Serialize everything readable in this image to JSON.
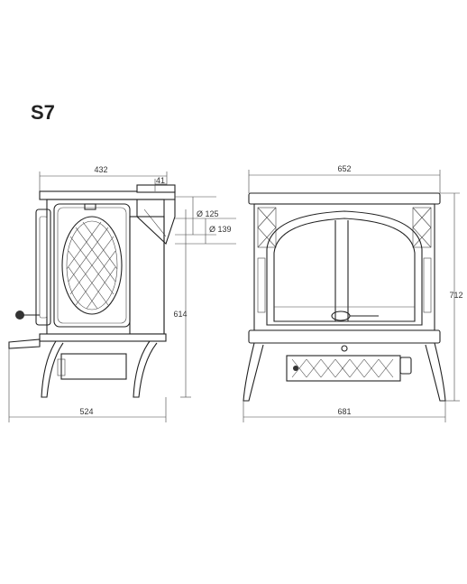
{
  "title": "S7",
  "dimensions": {
    "side_top_width": "432",
    "flue_offset": "41",
    "flue_diameter_small": "Ø 125",
    "flue_diameter_large": "Ø 139",
    "flue_height": "614",
    "side_depth": "524",
    "front_top_width": "652",
    "front_height": "712",
    "front_width": "681"
  }
}
